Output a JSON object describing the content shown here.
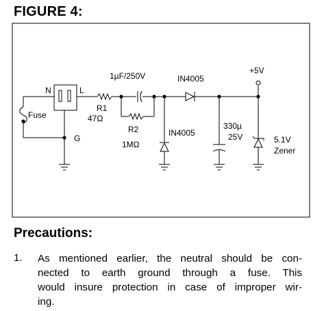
{
  "figure": {
    "title": "FIGURE 4:"
  },
  "circuit": {
    "labels": {
      "n": "N",
      "l": "L",
      "g": "G",
      "fuse": "Fuse",
      "cap_top": "1µF/250V",
      "diode_top": "IN4005",
      "vplus": "+5V",
      "r1_name": "R1",
      "r1_value": "47Ω",
      "r2_name": "R2",
      "r2_value": "1MΩ",
      "diode_shunt": "IN4005",
      "cap_value": "330µ",
      "cap_voltage": "25V",
      "zener_value": "5.1V",
      "zener_name": "Zener"
    }
  },
  "precautions": {
    "heading": "Precautions:",
    "items": [
      {
        "number": "1.",
        "lines": [
          "As mentioned earlier, the neutral should be con-",
          "nected to earth ground through a fuse. This",
          "would insure protection in case of improper wir-",
          "ing."
        ]
      }
    ]
  }
}
